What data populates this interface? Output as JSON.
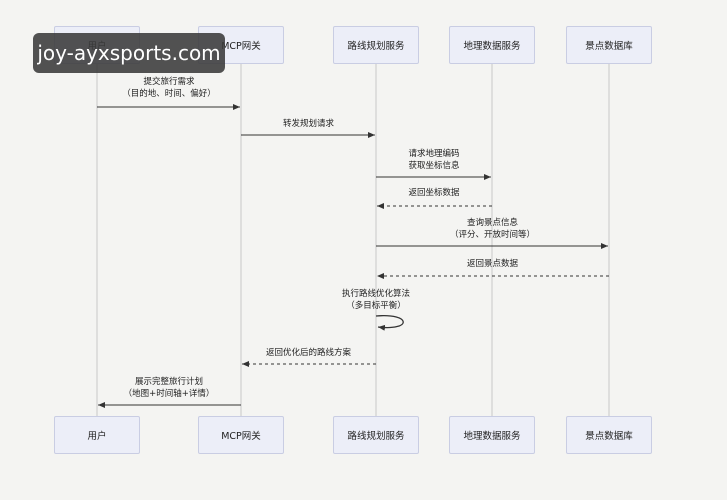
{
  "participants": [
    {
      "id": "user",
      "label": "用户"
    },
    {
      "id": "gateway",
      "label": "MCP网关"
    },
    {
      "id": "route",
      "label": "路线规划服务"
    },
    {
      "id": "geo",
      "label": "地理数据服务"
    },
    {
      "id": "poi",
      "label": "景点数据库"
    }
  ],
  "messages": [
    {
      "from": "user",
      "to": "gateway",
      "style": "solid",
      "lines": [
        "提交旅行需求",
        "（目的地、时间、偏好）"
      ]
    },
    {
      "from": "gateway",
      "to": "route",
      "style": "solid",
      "lines": [
        "转发规划请求"
      ]
    },
    {
      "from": "route",
      "to": "geo",
      "style": "solid",
      "lines": [
        "请求地理编码",
        "获取坐标信息"
      ]
    },
    {
      "from": "geo",
      "to": "route",
      "style": "dashed",
      "lines": [
        "返回坐标数据"
      ]
    },
    {
      "from": "route",
      "to": "poi",
      "style": "solid",
      "lines": [
        "查询景点信息",
        "（评分、开放时间等）"
      ]
    },
    {
      "from": "poi",
      "to": "route",
      "style": "dashed",
      "lines": [
        "返回景点数据"
      ]
    },
    {
      "from": "route",
      "to": "route",
      "style": "self",
      "lines": [
        "执行路线优化算法",
        "（多目标平衡）"
      ]
    },
    {
      "from": "route",
      "to": "gateway",
      "style": "dashed",
      "lines": [
        "返回优化后的路线方案"
      ]
    },
    {
      "from": "gateway",
      "to": "user",
      "style": "solid",
      "lines": [
        "展示完整旅行计划",
        "（地图+时间轴+详情）"
      ]
    }
  ],
  "watermark": "joy-ayxsports.com",
  "colors": {
    "line": "#333333",
    "lifeline": "#c8c8c8",
    "box_fill": "#eceef8",
    "box_border": "#c9cde3"
  }
}
